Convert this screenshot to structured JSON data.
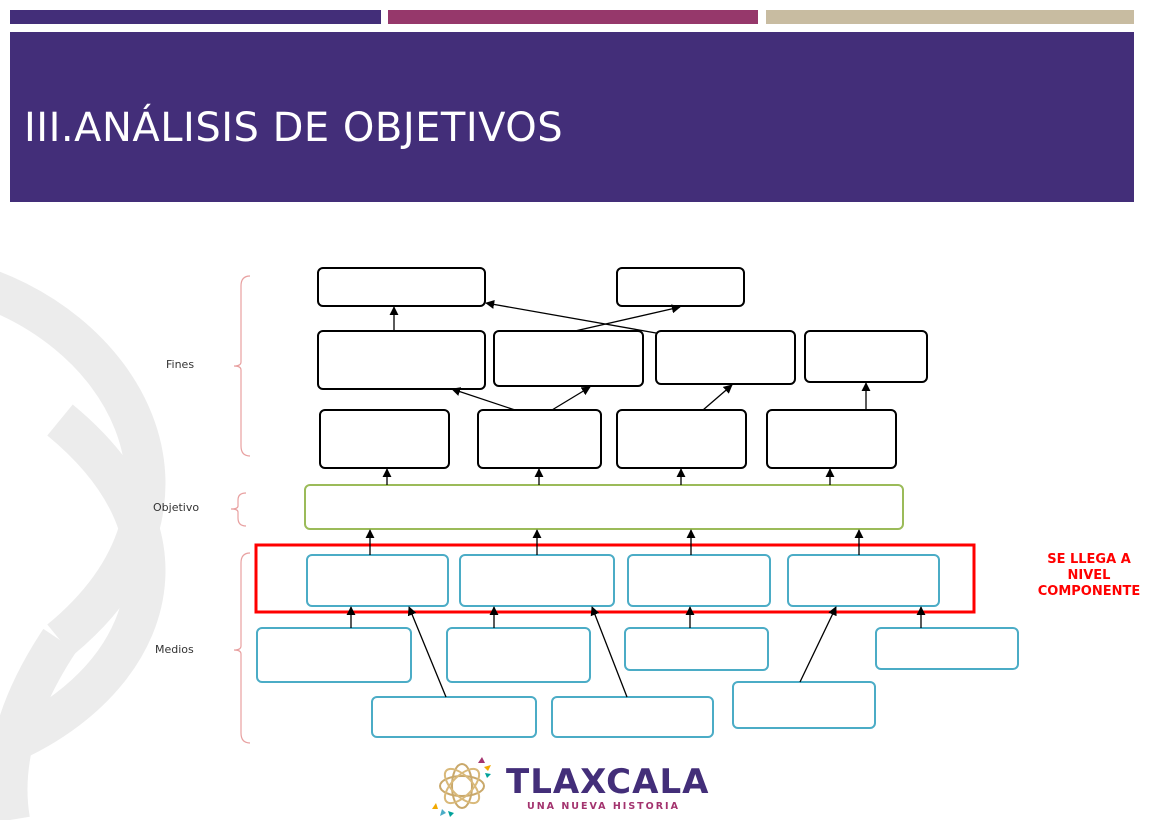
{
  "slide": {
    "title": "III.ANÁLISIS DE OBJETIVOS",
    "colors": {
      "header": "#432e79",
      "bar_purple": "#432e79",
      "bar_magenta": "#96386b",
      "bar_beige": "#c8bca1",
      "highlight_red": "#ff0000",
      "objective_green": "#9bbb59",
      "means_blue": "#4bacc6"
    }
  },
  "diagram": {
    "labels": {
      "fines": "Fines",
      "objetivo": "Objetivo",
      "medios": "Medios"
    },
    "note": "SE LLEGA A NIVEL COMPONENTE"
  },
  "logo": {
    "name": "TLAXCALA",
    "tagline": "UNA NUEVA HISTORIA",
    "icon": "tlaxcala-flower-logo-icon"
  }
}
